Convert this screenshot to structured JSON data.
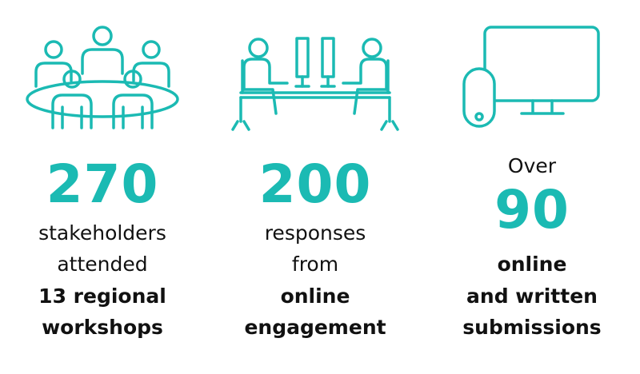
{
  "accent_color": "#1bbab3",
  "stats": [
    {
      "icon": "meeting-table-icon",
      "number": "270",
      "lines": [
        "stakeholders",
        "attended"
      ],
      "bold_lines": [
        "13 regional",
        "workshops"
      ]
    },
    {
      "icon": "desk-conversation-icon",
      "number": "200",
      "lines": [
        "responses",
        "from"
      ],
      "bold_lines": [
        "online",
        "engagement"
      ]
    },
    {
      "icon": "computer-monitor-icon",
      "prefix": "Over",
      "number": "90",
      "bold_lines": [
        "online",
        "and written",
        "submissions"
      ]
    }
  ]
}
